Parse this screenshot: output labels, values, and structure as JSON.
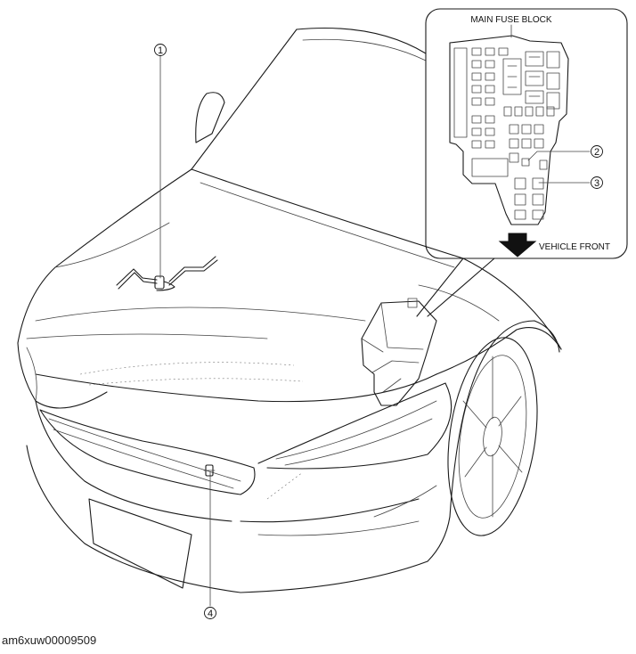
{
  "diagram": {
    "labels": {
      "main_fuse_block": "MAIN FUSE BLOCK",
      "vehicle_front": "VEHICLE FRONT"
    },
    "callouts": [
      "1",
      "2",
      "3",
      "4"
    ]
  },
  "footer": {
    "figure_id": "am6xuw00009509"
  }
}
